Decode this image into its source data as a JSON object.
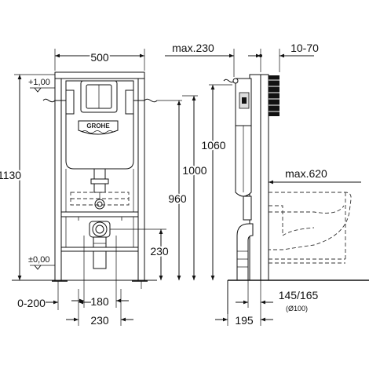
{
  "brand": {
    "logo_text": "GROHE"
  },
  "front_view": {
    "width_top": "500",
    "height_total": "1130",
    "level_top": "+1,00",
    "level_zero": "±0,00",
    "offset_left": "0-200",
    "spacing_180": "180",
    "spacing_230_bottom": "230",
    "height_960": "960",
    "height_230": "230",
    "height_1000": "1000",
    "height_1060": "1060"
  },
  "side_view": {
    "max_230": "max.230",
    "range_10_70": "10-70",
    "max_620": "max.620",
    "depth_145_165": "145/165",
    "pipe_diameter": "(Ø100)",
    "depth_195": "195"
  }
}
